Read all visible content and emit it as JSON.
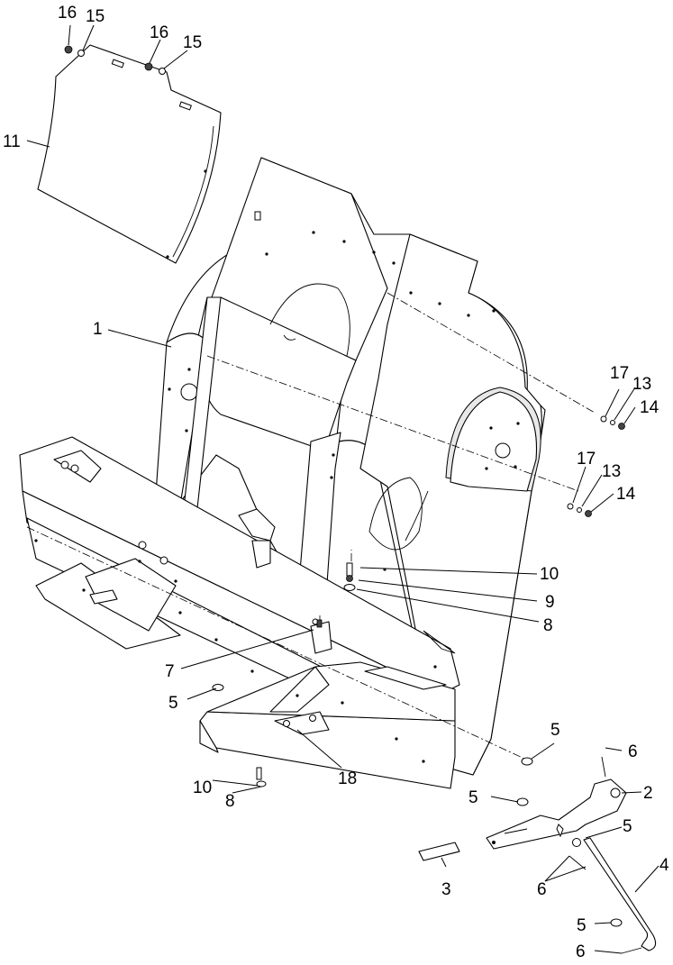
{
  "callouts": {
    "c16a": "16",
    "c15a": "15",
    "c16b": "16",
    "c15b": "15",
    "c11": "11",
    "c1": "1",
    "c17a": "17",
    "c13a": "13",
    "c14a": "14",
    "c17b": "17",
    "c13b": "13",
    "c14b": "14",
    "c10a": "10",
    "c9": "9",
    "c8a": "8",
    "c7": "7",
    "c5a": "5",
    "c10b": "10",
    "c8b": "8",
    "c18": "18",
    "c5b": "5",
    "c6a": "6",
    "c5c": "5",
    "c2": "2",
    "c5d": "5",
    "c3": "3",
    "c6b": "6",
    "c4": "4",
    "c5e": "5",
    "c6c": "6"
  }
}
